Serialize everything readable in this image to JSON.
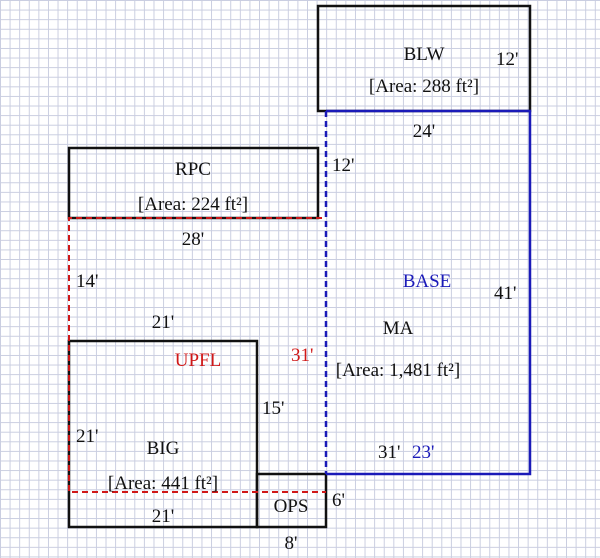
{
  "colors": {
    "wall": "#111111",
    "upfl": "#d01818",
    "base": "#1a1ab8"
  },
  "areas": {
    "blw": {
      "name": "BLW",
      "area": "[Area: 288 ft²]",
      "dims": [
        "12'",
        "24'"
      ]
    },
    "rpc": {
      "name": "RPC",
      "area": "[Area: 224 ft²]",
      "dims": [
        "28'"
      ]
    },
    "ma": {
      "name": "MA",
      "area": "[Area: 1,481 ft²]",
      "dims": [
        "12'",
        "14'",
        "21'",
        "41'",
        "31'"
      ]
    },
    "base": {
      "name": "BASE",
      "dims": [
        "23'"
      ]
    },
    "upfl": {
      "name": "UPFL",
      "dims": [
        "31'"
      ]
    },
    "big": {
      "name": "BIG",
      "area": "[Area: 441 ft²]",
      "dims": [
        "15'",
        "21'",
        "21'"
      ]
    },
    "ops": {
      "name": "OPS",
      "dims": [
        "6'",
        "8'"
      ]
    }
  }
}
